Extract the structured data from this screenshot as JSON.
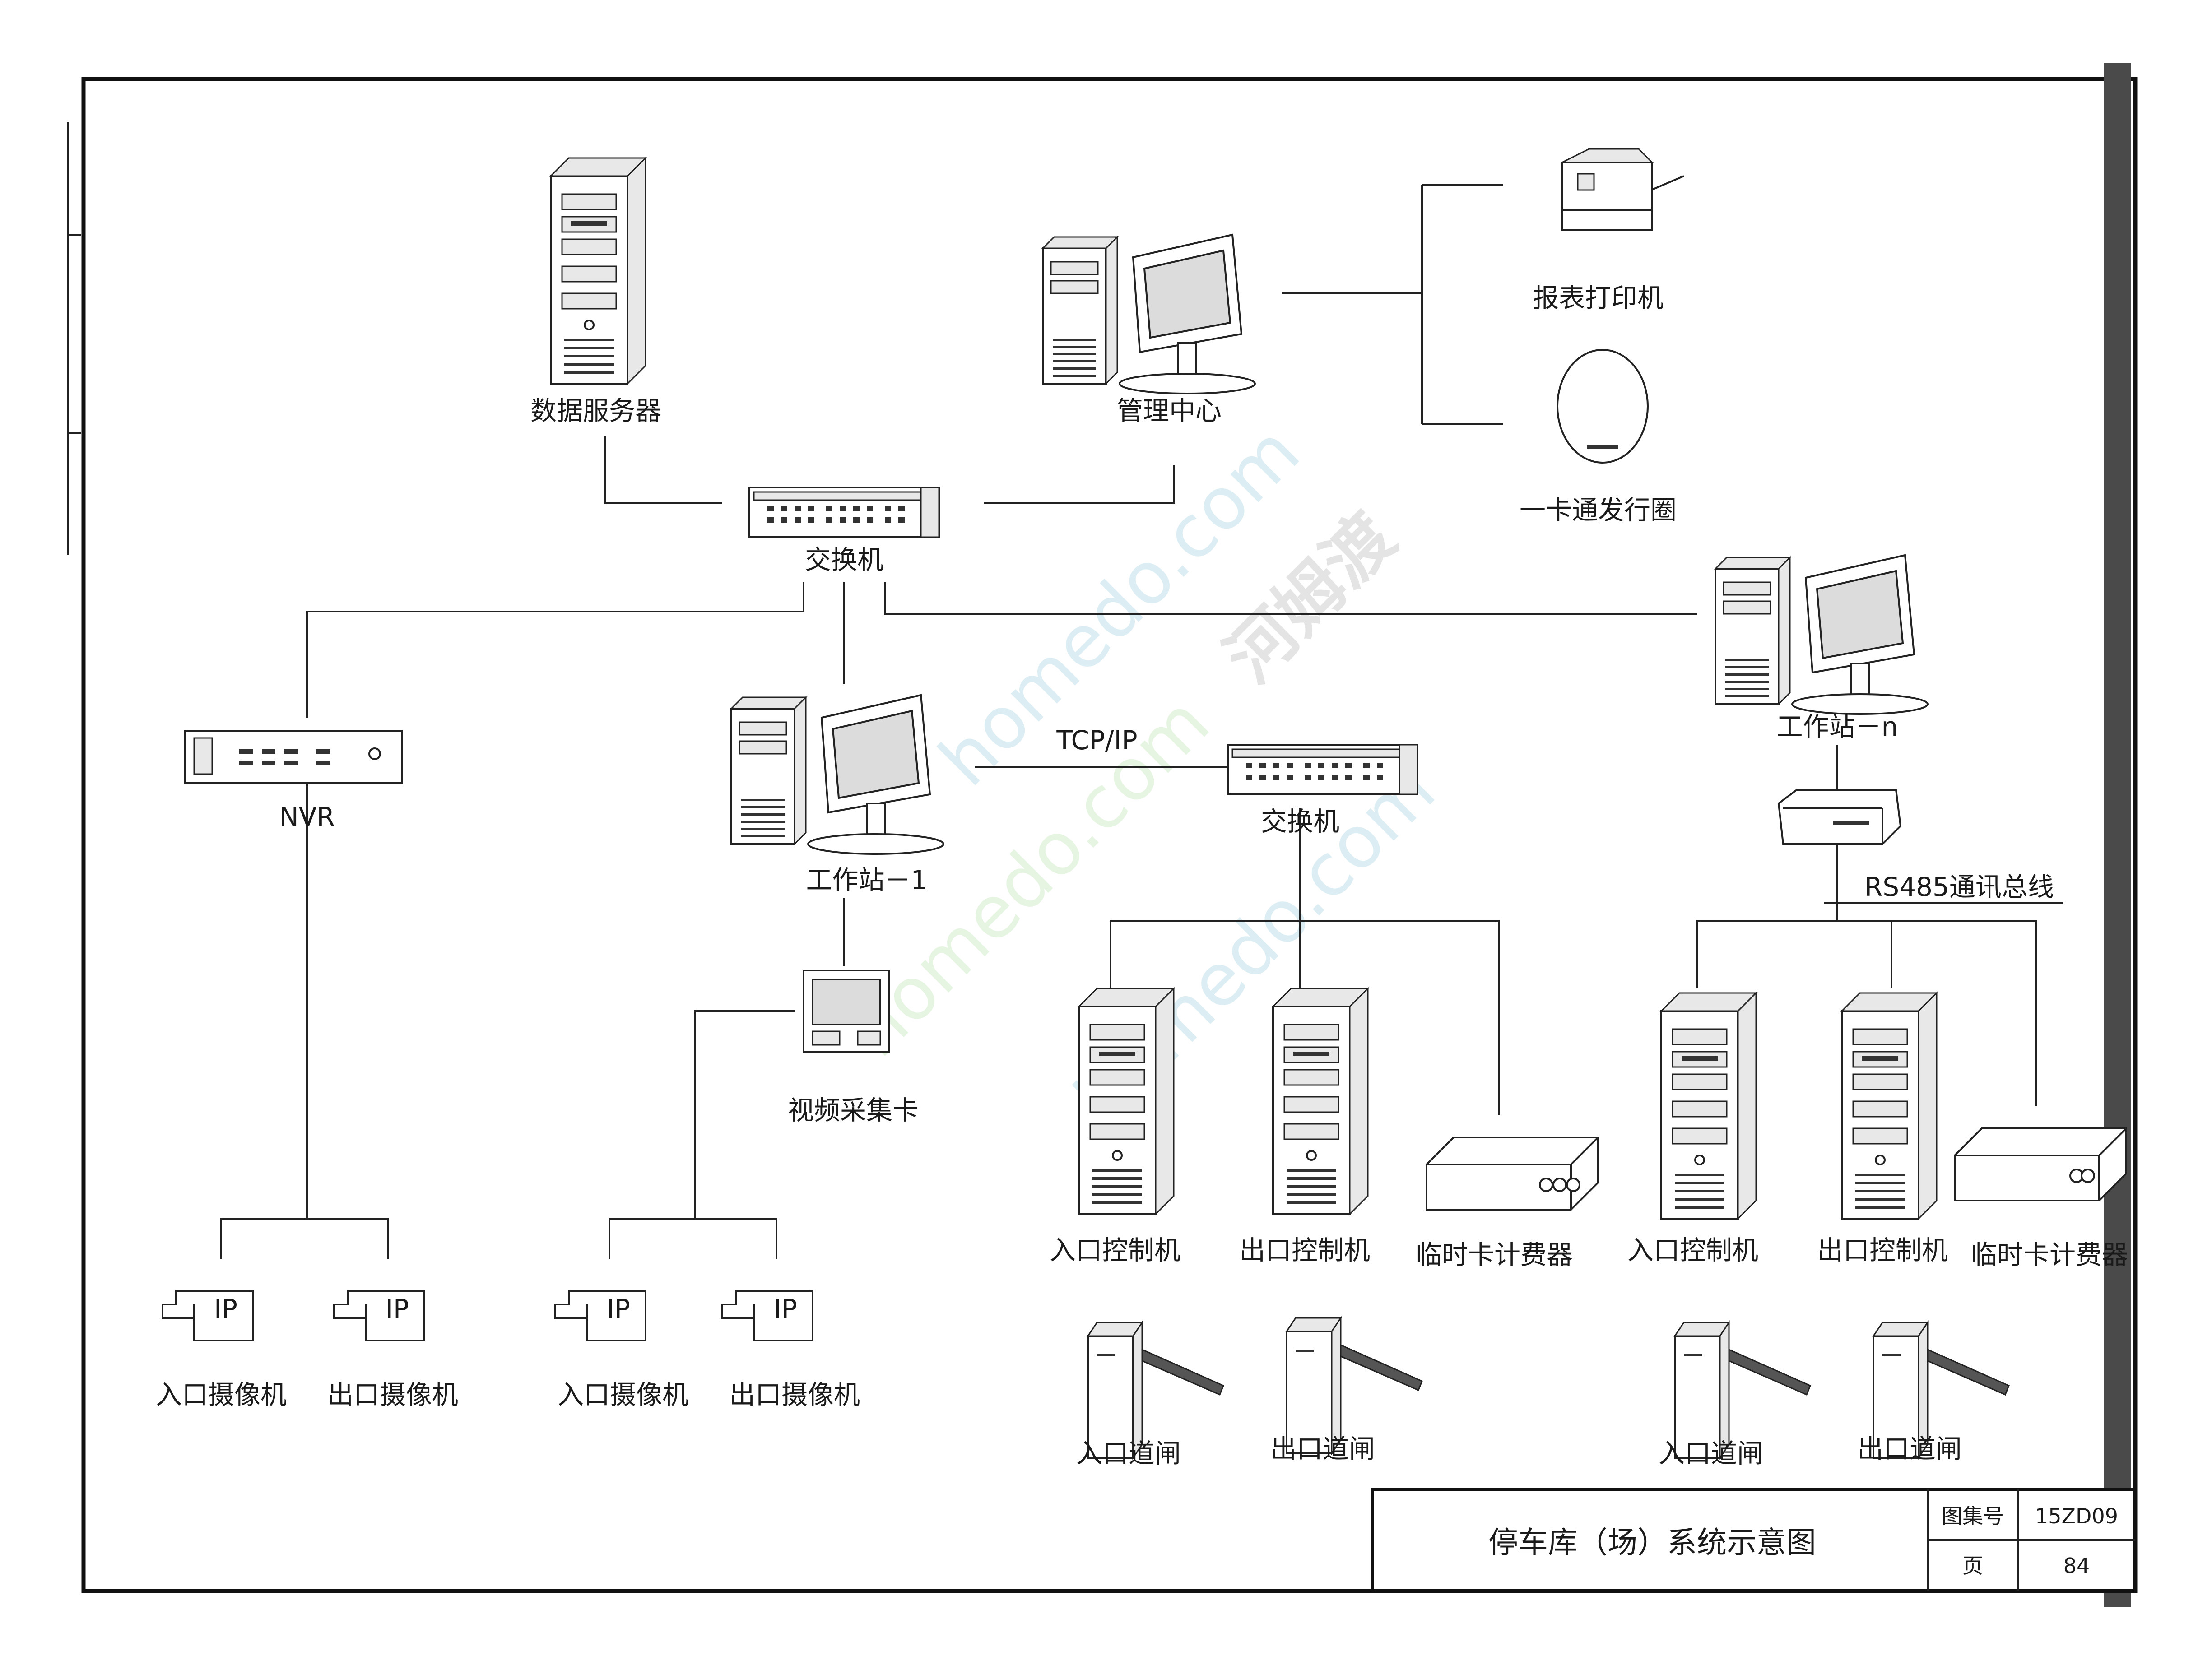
{
  "nodes": {
    "data_server": "数据服务器",
    "management_center": "管理中心",
    "report_printer": "报表打印机",
    "card_issuer": "一卡通发行圈",
    "core_switch": "交换机",
    "nvr": "NVR",
    "workstation_1": "工作站－1",
    "workstation_n": "工作站－n",
    "sub_switch": "交换机",
    "video_capture_card": "视频采集卡"
  },
  "links": {
    "tcp_ip": "TCP/IP",
    "rs485_bus": "RS485通讯总线"
  },
  "cameras": {
    "ip_tag": "IP",
    "nvr_entry": "入口摄像机",
    "nvr_exit": "出口摄像机",
    "card_entry": "入口摄像机",
    "card_exit": "出口摄像机"
  },
  "group_tcp": {
    "entry_controller": "入口控制机",
    "exit_controller": "出口控制机",
    "temp_card_meter": "临时卡计费器",
    "entry_gate": "入口道闸",
    "exit_gate": "出口道闸"
  },
  "group_rs485": {
    "entry_controller": "入口控制机",
    "exit_controller": "出口控制机",
    "temp_card_meter": "临时卡计费器",
    "entry_gate": "入口道闸",
    "exit_gate": "出口道闸"
  },
  "title_block": {
    "title": "停车库（场）系统示意图",
    "atlas_no_label": "图集号",
    "atlas_no_value": "15ZD09",
    "page_label": "页",
    "page_value": "84"
  },
  "watermark": {
    "text_1": "homedo.com",
    "text_2": "河姆渡",
    "text_3": "homedo.com",
    "text_4": "homedo.com"
  }
}
